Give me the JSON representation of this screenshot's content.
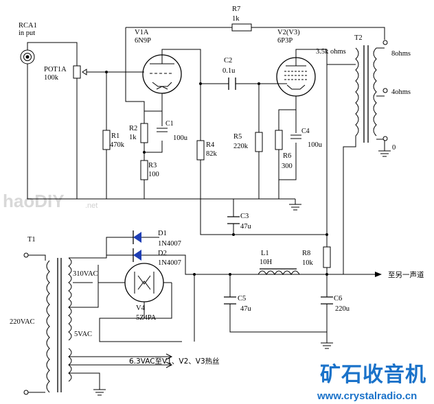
{
  "labels": {
    "rca1": "RCA1",
    "rca1_sub": "in put",
    "pot1a": "POT1A",
    "pot1a_val": "100k",
    "r7": "R7",
    "r7_val": "1k",
    "v1a": "V1A",
    "v1a_type": "6N9P",
    "v2": "V2(V3)",
    "v2_type": "6P3P",
    "t2": "T2",
    "t2_imp": "3.5k ohms",
    "tap_8": "8ohms",
    "tap_4": "4ohms",
    "tap_0": "0",
    "c2": "C2",
    "c2_val": "0.1u",
    "r1": "R1",
    "r1_val": "470k",
    "r2": "R2",
    "r2_val": "1k",
    "c1": "C1",
    "c1_val": "100u",
    "r3": "R3",
    "r3_val": "100",
    "r4": "R4",
    "r4_val": "82k",
    "r5": "R5",
    "r5_val": "220k",
    "r6": "R6",
    "r6_val": "300",
    "c4": "C4",
    "c4_val": "100u",
    "c3": "C3",
    "c3_val": "47u",
    "d1": "D1",
    "d1_val": "1N4007",
    "d2": "D2",
    "d2_val": "1N4007",
    "l1": "L1",
    "l1_val": "10H",
    "r8": "R8",
    "r8_val": "10k",
    "to_other": "至另一声道",
    "t1": "T1",
    "vac310": "310VAC",
    "vac220": "220VAC",
    "v4": "V4",
    "v4_type": "5Z4PA",
    "vac5": "5VAC",
    "c5": "C5",
    "c5_val": "47u",
    "c6": "C6",
    "c6_val": "220u",
    "heater": "6.3VAC至V1、V2、V3热丝"
  },
  "watermark": {
    "main": "haoDIY",
    "sub": ".net"
  },
  "branding": {
    "name": "矿石收音机",
    "url": "www.crystalradio.cn",
    "color": "#1a72c9"
  },
  "colors": {
    "wire": "#000000",
    "diode": "#1f3fb5"
  }
}
